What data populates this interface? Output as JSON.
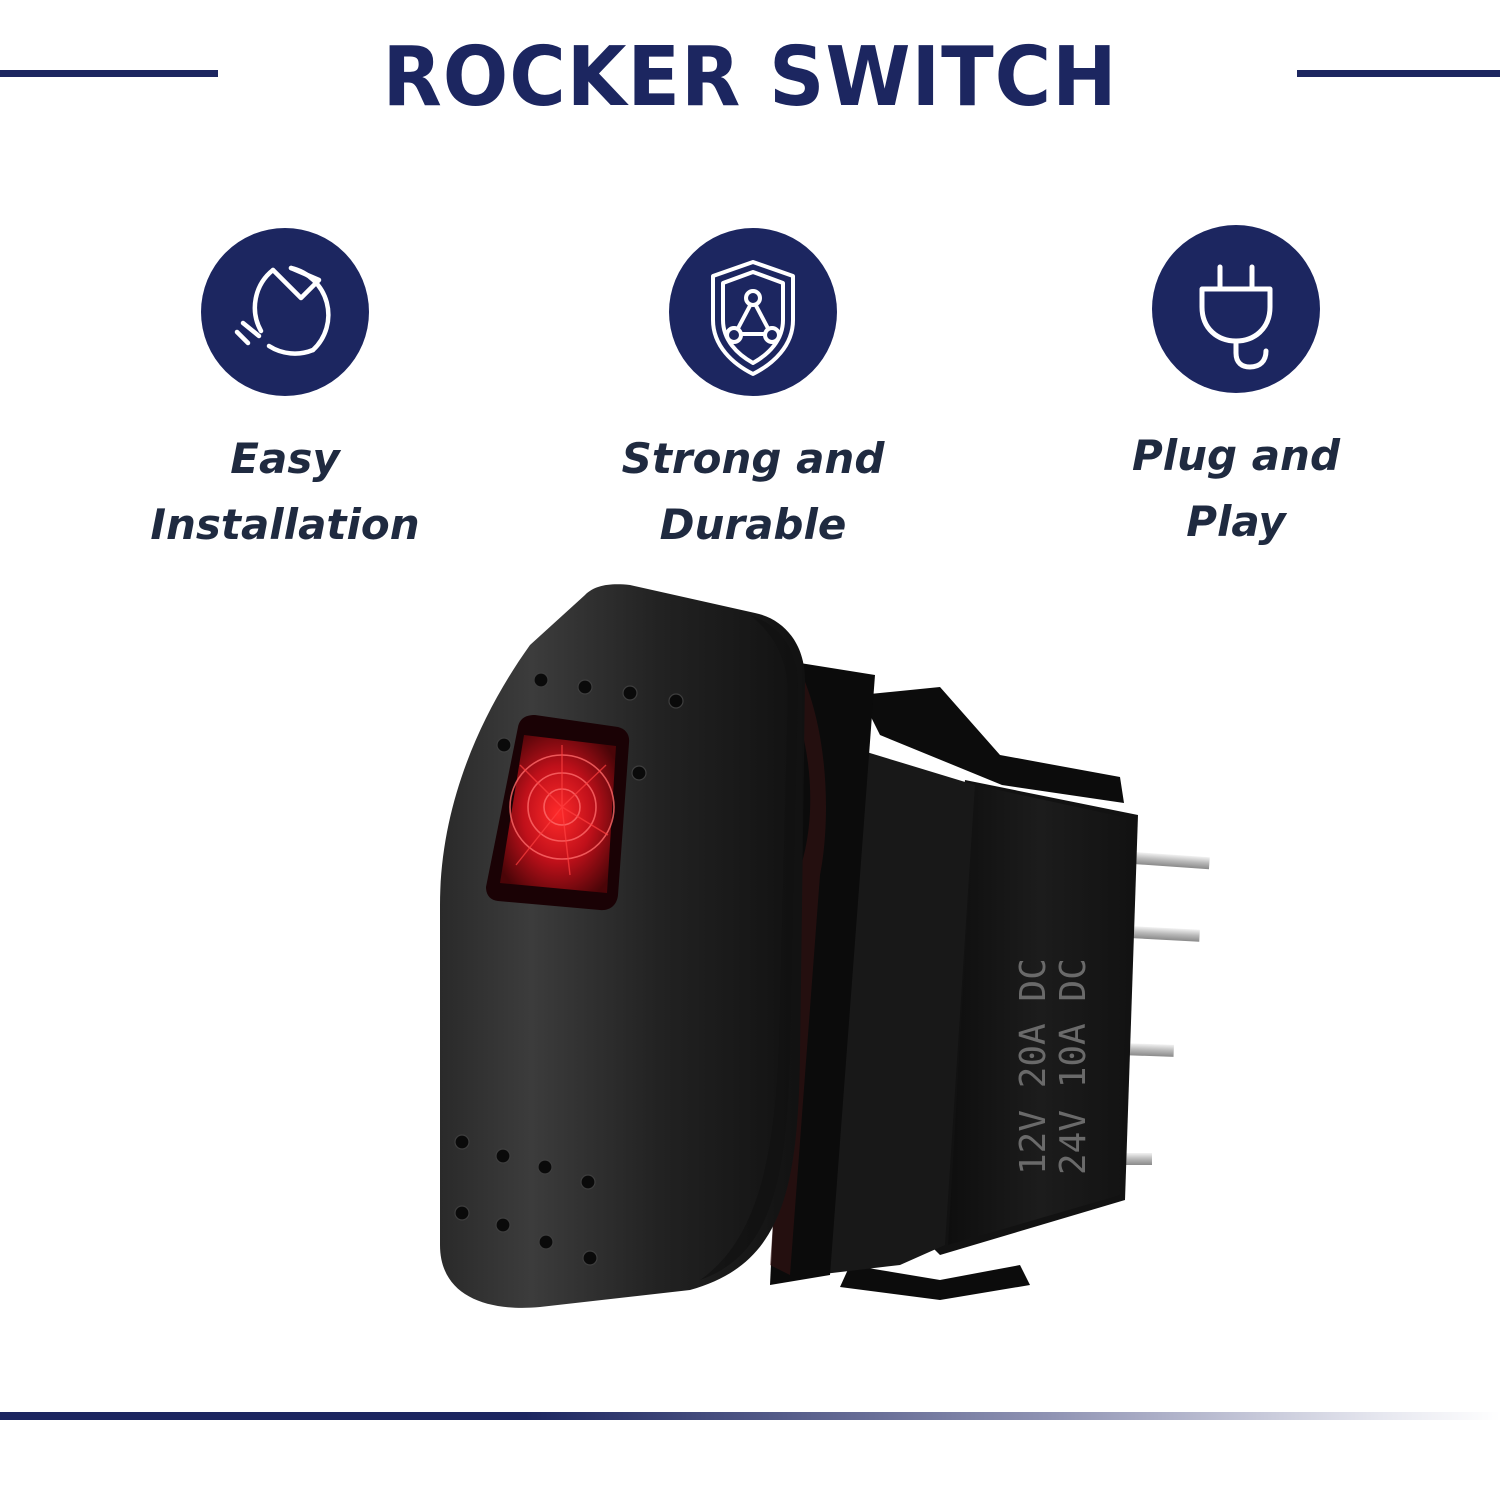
{
  "title": "ROCKER SWITCH",
  "features": [
    {
      "icon": "wrench-icon",
      "line1": "Easy",
      "line2": "Installation"
    },
    {
      "icon": "shield-icon",
      "line1": "Strong and",
      "line2": "Durable"
    },
    {
      "icon": "plug-icon",
      "line1": "Plug and",
      "line2": "Play"
    }
  ],
  "product": {
    "rating_line1": "12V 20A DC",
    "rating_line2": "24V 10A DC"
  },
  "colors": {
    "brand_navy": "#1c2660",
    "switch_body": "#1a1a1a",
    "indicator_red": "#d0101c"
  }
}
